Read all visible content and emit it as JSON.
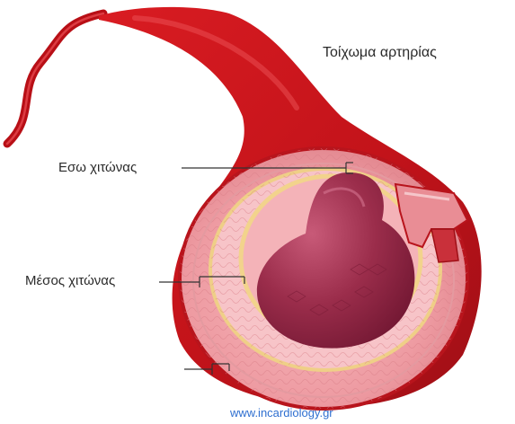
{
  "labels": {
    "wall": "Τοίχωμα αρτηρίας",
    "inner_layer": "Εσω χιτώνας",
    "middle_layer": "Μέσος χιτώνας"
  },
  "watermark": "www.incardiology.gr",
  "colors": {
    "vessel_red": "#c8141b",
    "wall_pink": "#f2a3a8",
    "lumen_maroon": "#8c2440",
    "intima_yellow": "#f2d38c",
    "label_text": "#2a2a2a",
    "watermark_blue": "#2f6fd0"
  }
}
